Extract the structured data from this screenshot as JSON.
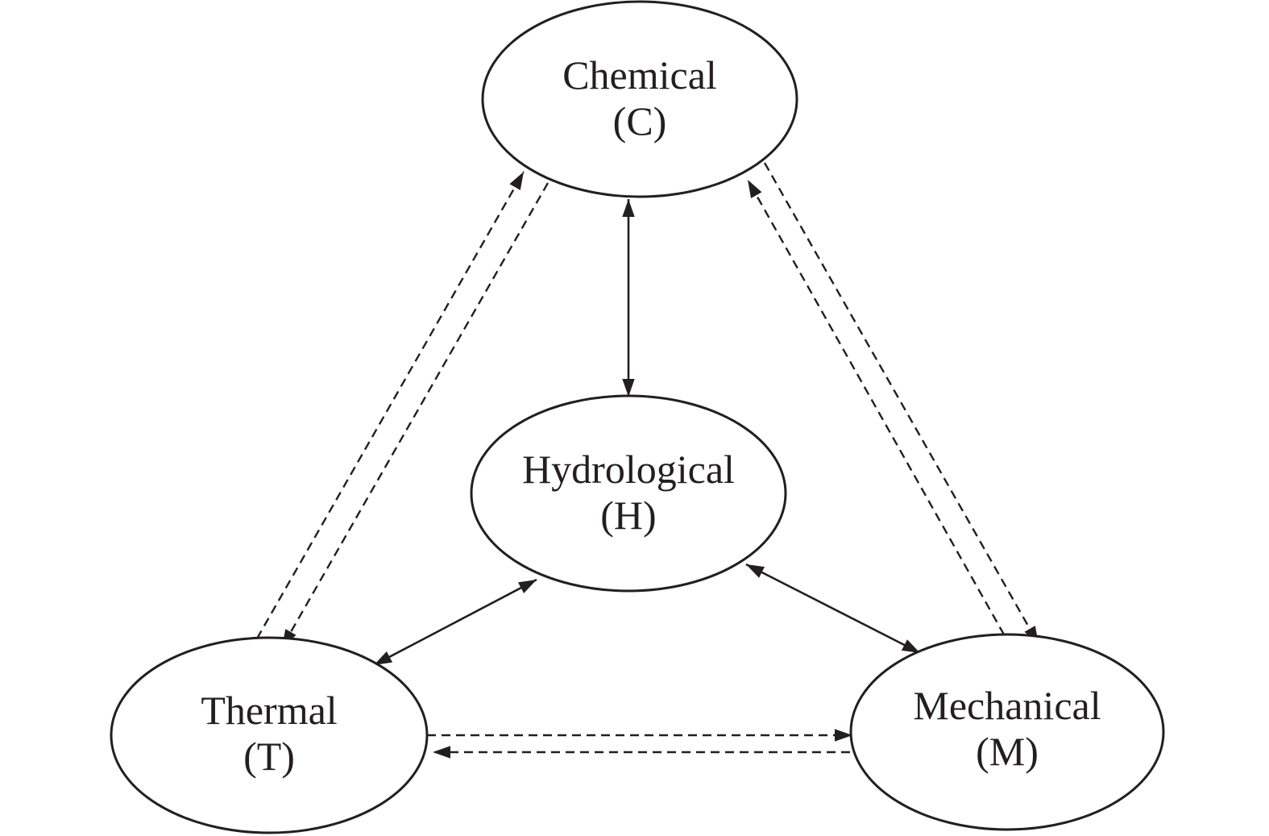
{
  "diagram": {
    "nodes": {
      "chemical": {
        "name": "Chemical",
        "code": "(C)"
      },
      "hydrological": {
        "name": "Hydrological",
        "code": "(H)"
      },
      "thermal": {
        "name": "Thermal",
        "code": "(T)"
      },
      "mechanical": {
        "name": "Mechanical",
        "code": "(M)"
      }
    },
    "edges": [
      {
        "from": "C",
        "to": "H",
        "style": "solid",
        "direction": "bidirectional"
      },
      {
        "from": "H",
        "to": "T",
        "style": "solid",
        "direction": "bidirectional"
      },
      {
        "from": "H",
        "to": "M",
        "style": "solid",
        "direction": "bidirectional"
      },
      {
        "from": "T",
        "to": "C",
        "style": "dashed",
        "direction": "one-way"
      },
      {
        "from": "C",
        "to": "T",
        "style": "dashed",
        "direction": "one-way"
      },
      {
        "from": "M",
        "to": "C",
        "style": "dashed",
        "direction": "one-way"
      },
      {
        "from": "C",
        "to": "M",
        "style": "dashed",
        "direction": "one-way"
      },
      {
        "from": "T",
        "to": "M",
        "style": "dashed",
        "direction": "one-way"
      },
      {
        "from": "M",
        "to": "T",
        "style": "dashed",
        "direction": "one-way"
      }
    ],
    "colors": {
      "stroke": "#231f20",
      "background": "#ffffff"
    }
  }
}
